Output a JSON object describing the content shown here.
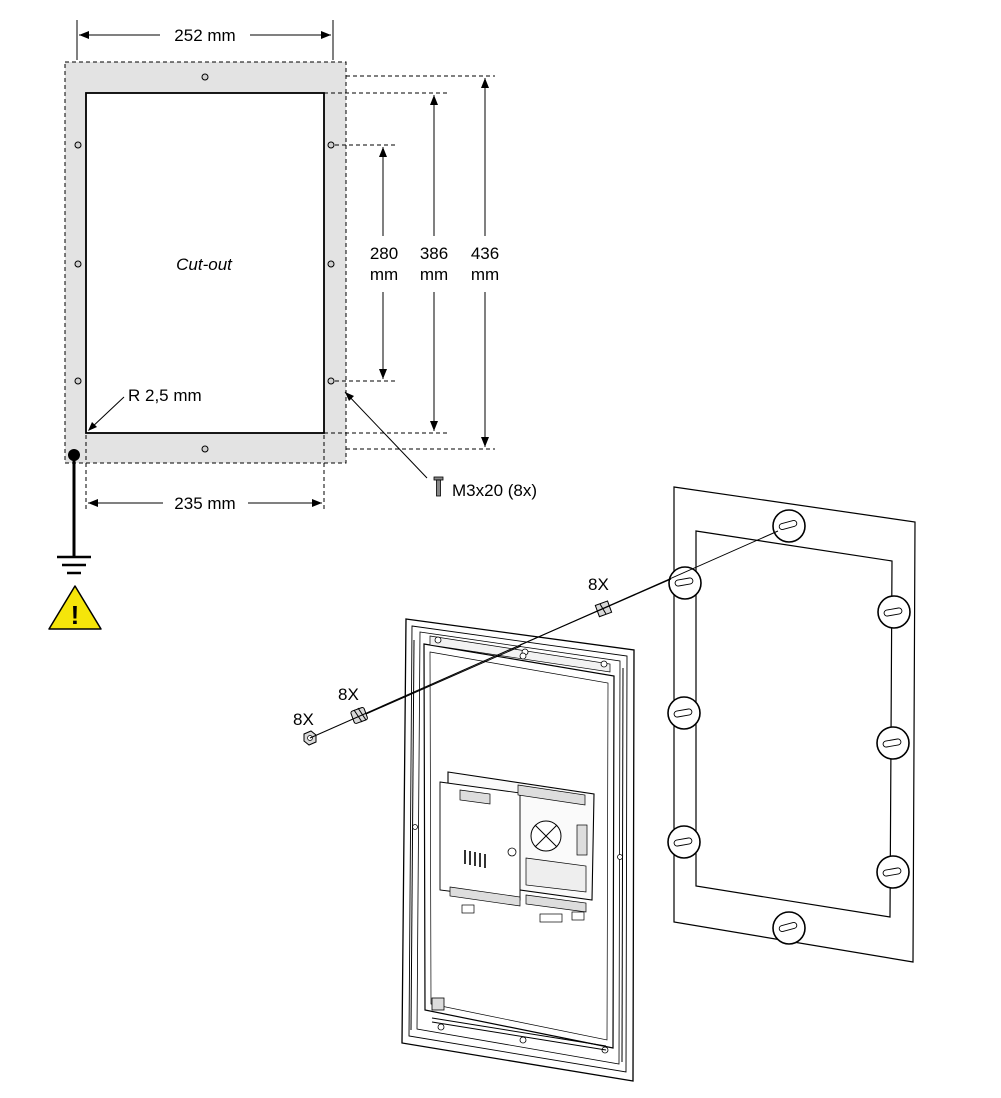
{
  "dimensions": {
    "outer_width": "252 mm",
    "cutout_width": "235 mm",
    "hole_spacing_value": "280",
    "hole_spacing_unit": "mm",
    "cutout_height_value": "386",
    "cutout_height_unit": "mm",
    "outer_height_value": "436",
    "outer_height_unit": "mm",
    "corner_radius": "R 2,5 mm"
  },
  "labels": {
    "cutout": "Cut-out",
    "screw": "M3x20 (8x)",
    "qty_spacer": "8X",
    "qty_washer": "8X",
    "qty_nut": "8X",
    "warning_mark": "!"
  },
  "colors": {
    "frame_fill": "#e3e3e3",
    "warning_yellow": "#f5e50a",
    "line": "#000000"
  },
  "icons": [
    "ground-symbol-icon",
    "warning-triangle-icon",
    "screw-icon"
  ]
}
